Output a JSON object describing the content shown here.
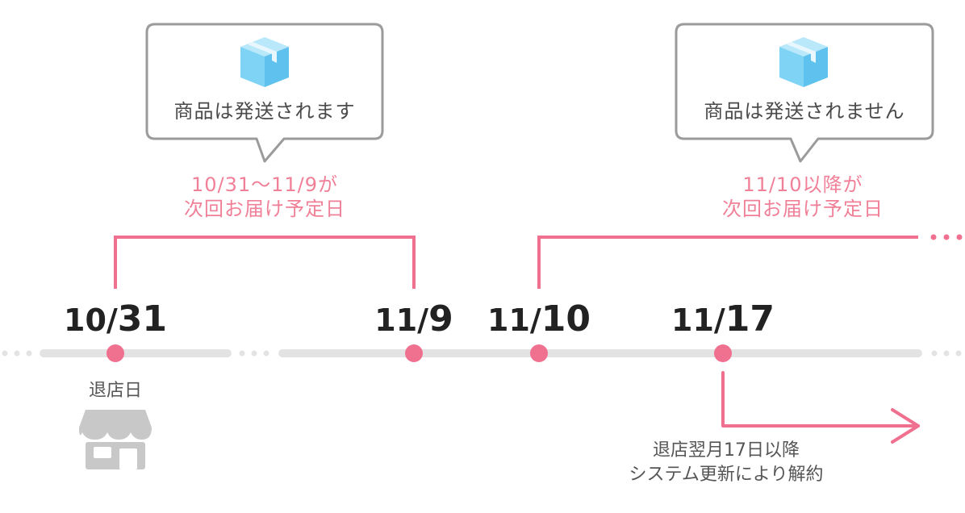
{
  "bubbles": {
    "left_text": "商品は発送されます",
    "right_text": "商品は発送されません",
    "icon": "package-box-icon",
    "border_color": "#9b9b9b",
    "icon_color": "#7fd3f5"
  },
  "notes": {
    "left_line1": "10/31〜11/9が",
    "left_line2": "次回お届け予定日",
    "right_line1": "11/10以降が",
    "right_line2": "次回お届け予定日",
    "color": "#f08098"
  },
  "dates": {
    "d1_month": "10/",
    "d1_day": "31",
    "d2_month": "11/",
    "d2_day": "9",
    "d3_month": "11/",
    "d3_day": "10",
    "d4_month": "11/",
    "d4_day": "17"
  },
  "labels": {
    "closing_day": "退店日",
    "closing_icon": "storefront-icon",
    "cancel_line1": "退店翌月17日以降",
    "cancel_line2": "システム更新により解約"
  },
  "colors": {
    "timeline": "#e3e3e3",
    "dot": "#f07090",
    "bracket": "#f07090",
    "store_icon": "#c8c8c8"
  }
}
